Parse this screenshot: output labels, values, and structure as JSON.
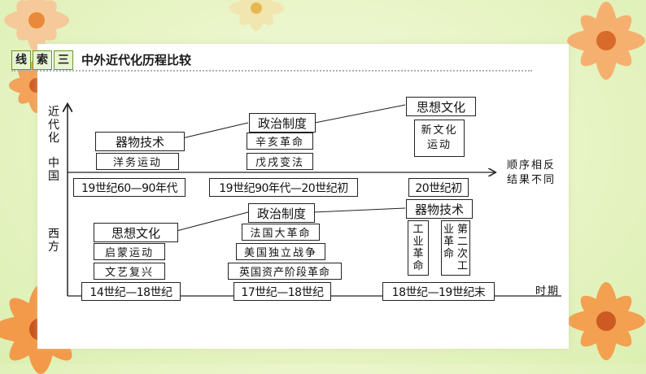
{
  "header": {
    "tags": [
      "线",
      "索",
      "三"
    ],
    "title": "中外近代化历程比较"
  },
  "axis": {
    "y_label_top": "近代化",
    "y_label_china": "中国",
    "y_label_west": "西方",
    "x_label": "时期",
    "arrow_note_line1": "顺序相反",
    "arrow_note_line2": "结果不同"
  },
  "china": {
    "levels": [
      "器物技术",
      "政治制度",
      "思想文化"
    ],
    "events": [
      "洋务运动",
      "辛亥革命",
      "戊戌变法",
      "新文化运动"
    ],
    "new_culture_line1": "新文化",
    "new_culture_line2": "运动",
    "periods": [
      "19世纪60—90年代",
      "19世纪90年代—20世纪初",
      "20世纪初"
    ]
  },
  "west": {
    "levels": [
      "思想文化",
      "政治制度",
      "器物技术"
    ],
    "events": [
      "启蒙运动",
      "文艺复兴",
      "法国大革命",
      "美国独立战争",
      "英国资产阶段革命",
      "工业革命",
      "第二次工业革命"
    ],
    "periods": [
      "14世纪—18世纪",
      "17世纪—18世纪",
      "18世纪—19世纪末"
    ]
  }
}
